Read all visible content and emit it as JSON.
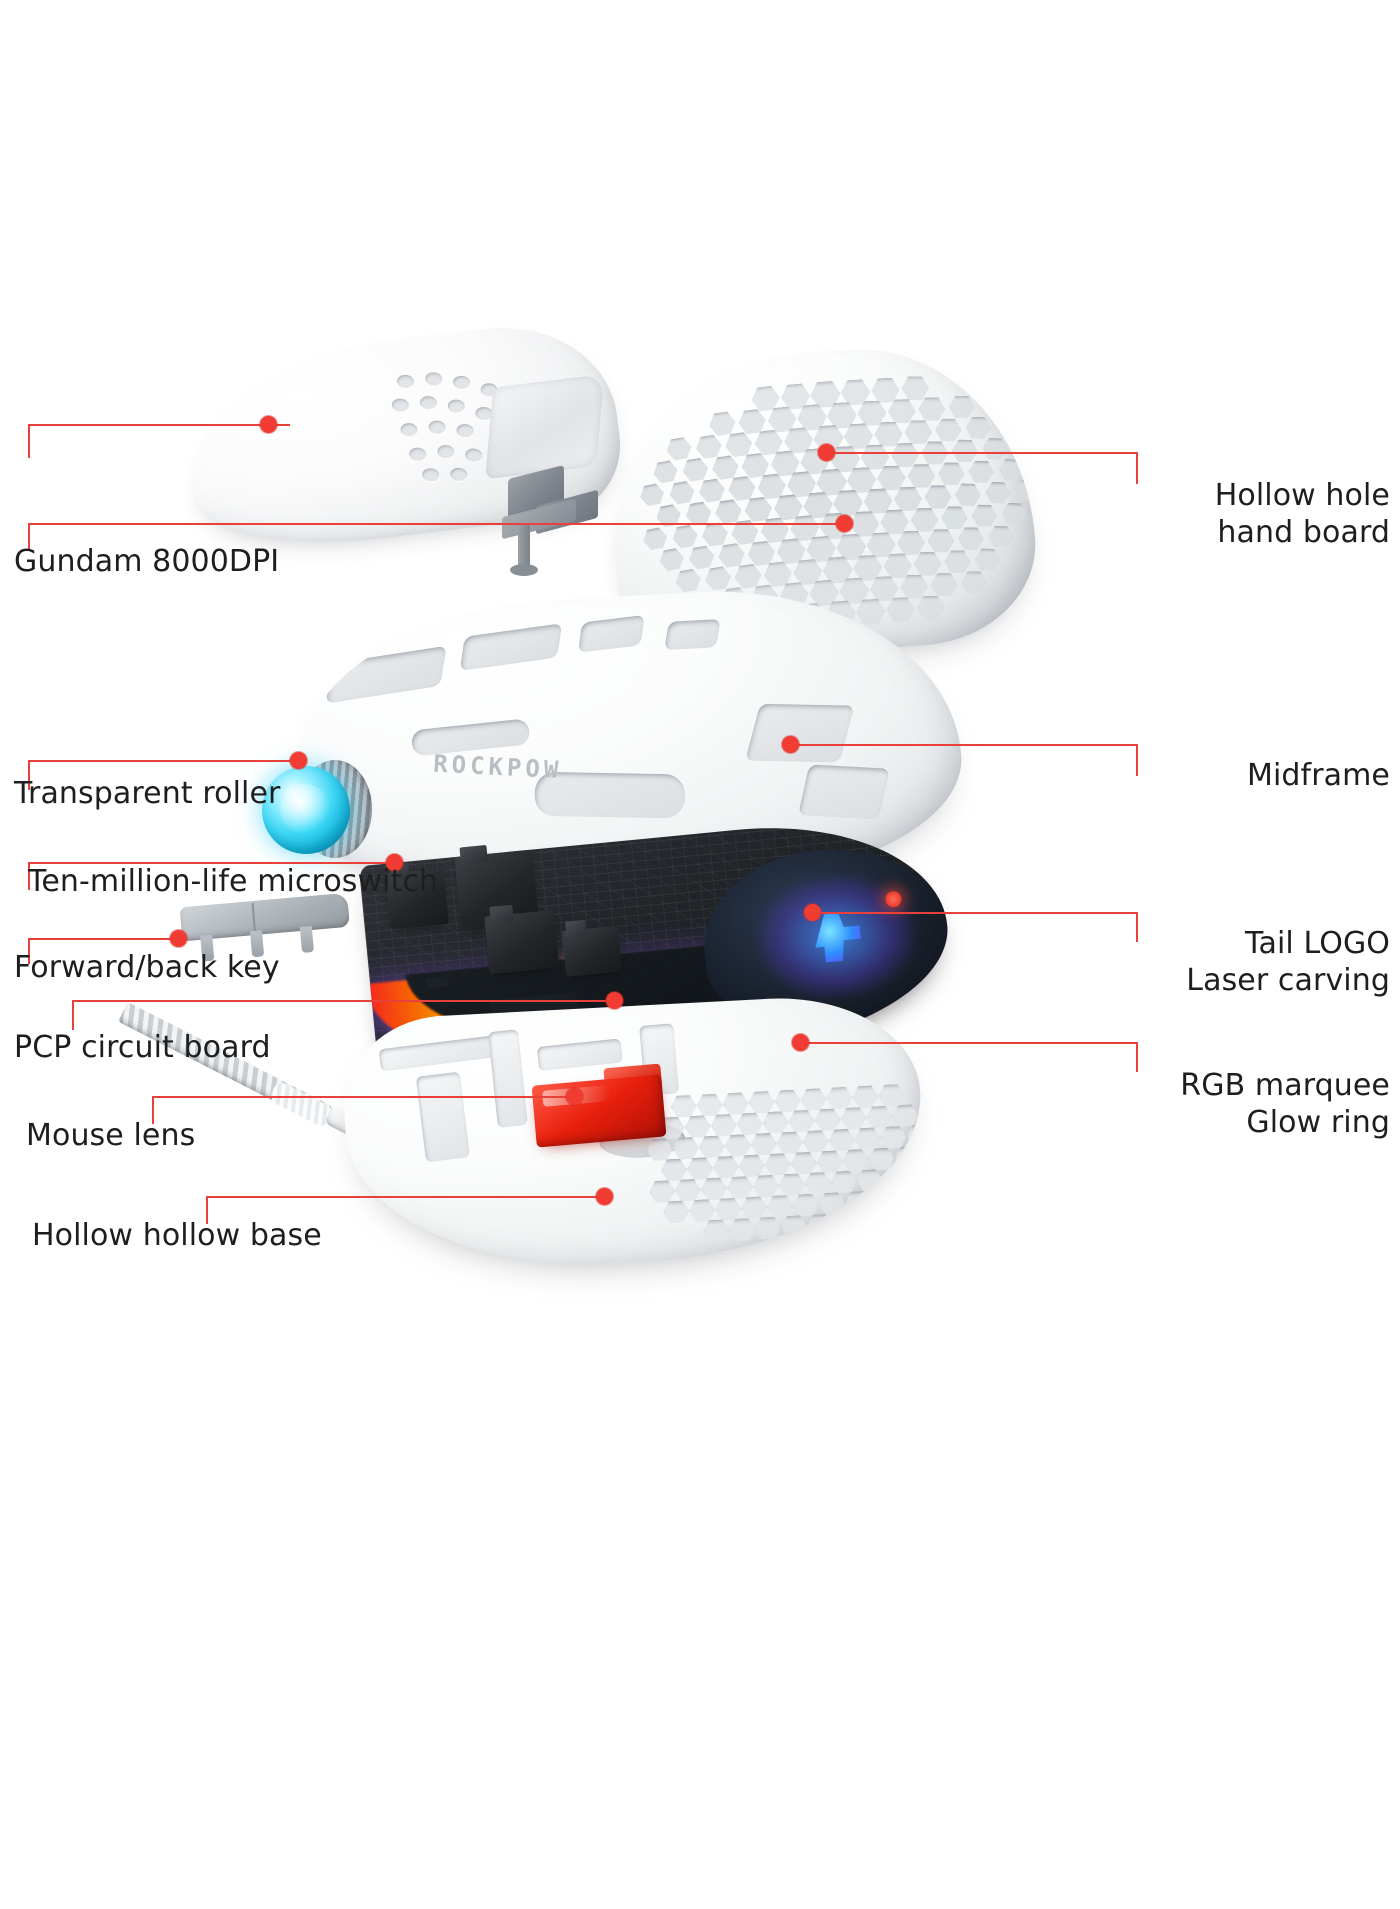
{
  "diagram": {
    "title": "ROCKPOW gaming mouse exploded view",
    "brand_logo": "ROCKPOW",
    "accent_color": "#e8403a",
    "dot_color": "#f03c32",
    "background_color": "#ffffff",
    "text_color": "#1e1e1e"
  },
  "callouts": [
    {
      "id": "gundam-sensor",
      "label": "Gundam 8000DPI",
      "side": "left"
    },
    {
      "id": "hollow-hole-board",
      "label": "Hollow hole\nhand board",
      "side": "right"
    },
    {
      "id": "transparent-roller",
      "label": "Transparent roller",
      "side": "left"
    },
    {
      "id": "midframe",
      "label": "Midframe",
      "side": "right"
    },
    {
      "id": "microswitch",
      "label": "Ten-million-life microswitch",
      "side": "left"
    },
    {
      "id": "forward-back-key",
      "label": "Forward/back key",
      "side": "left"
    },
    {
      "id": "tail-logo",
      "label": "Tail LOGO\nLaser carving",
      "side": "right"
    },
    {
      "id": "pcp-circuit-board",
      "label": "PCP circuit board",
      "side": "left"
    },
    {
      "id": "rgb-marquee",
      "label": "RGB marquee\nGlow ring",
      "side": "right"
    },
    {
      "id": "mouse-lens",
      "label": "Mouse lens",
      "side": "left"
    },
    {
      "id": "hollow-base",
      "label": "Hollow hollow base",
      "side": "left"
    }
  ],
  "parts": {
    "top_left_panel": "top-left-click-panel",
    "sensor_block": "gundam-sensor-block",
    "hand_board": "hollow-hole-hand-board",
    "midframe": "midframe-shell",
    "roller": "transparent-scroll-roller",
    "microswitches": "ten-million-life-microswitches",
    "side_key": "forward-back-side-key",
    "pcb": "pcp-circuit-board",
    "tail_logo": "tail-logo-laser-carving",
    "rgb_ring": "rgb-marquee-glow-ring",
    "cable": "braided-usb-cable",
    "base": "hollow-hollow-base",
    "lens": "mouse-lens"
  }
}
